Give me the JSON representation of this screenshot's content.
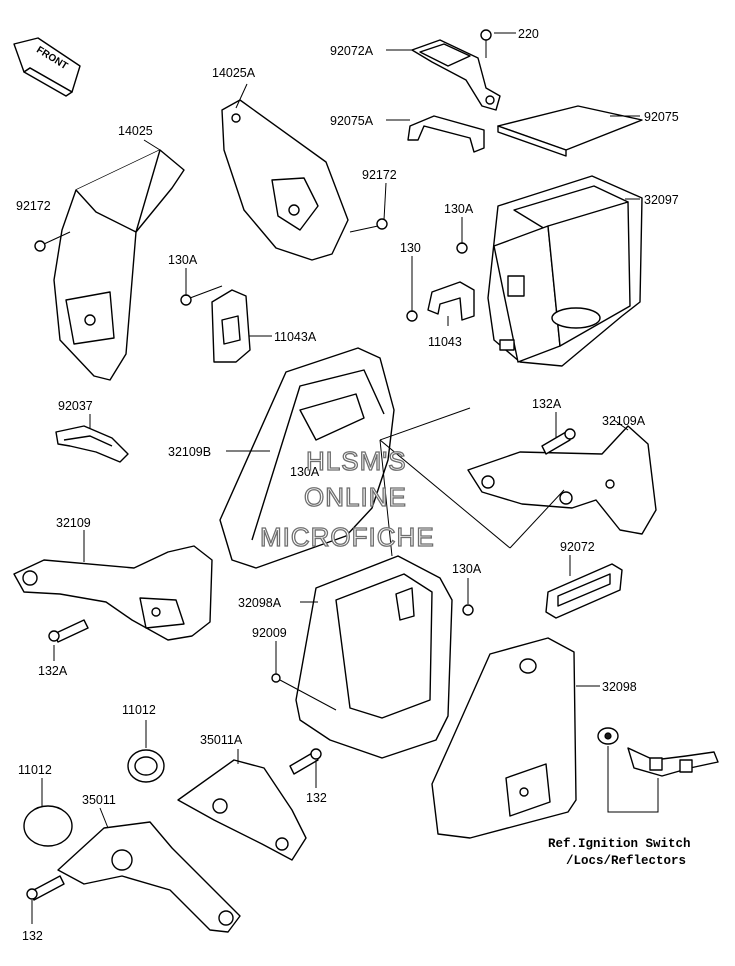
{
  "front_arrow": {
    "label": "FRONT"
  },
  "labels": {
    "l220": "220",
    "l92072A": "92072A",
    "l92075A": "92075A",
    "l92075": "92075",
    "l32097": "32097",
    "l14025A": "14025A",
    "l14025": "14025",
    "l92172a": "92172",
    "l92172b": "92172",
    "l130Aa": "130A",
    "l130Ab": "130A",
    "l130Ac": "130A",
    "l130Ad": "130A",
    "l130": "130",
    "l11043A": "11043A",
    "l11043": "11043",
    "l92037": "92037",
    "l32109B": "32109B",
    "l132Aa": "132A",
    "l132Ab": "132A",
    "l32109A": "32109A",
    "l32109": "32109",
    "l92072": "92072",
    "l32098A": "32098A",
    "l92009": "92009",
    "l32098": "32098",
    "l11012a": "11012",
    "l11012b": "11012",
    "l35011A": "35011A",
    "l35011": "35011",
    "l132a": "132",
    "l132b": "132"
  },
  "reference_note": {
    "line1": "Ref.Ignition Switch",
    "line2": "/Locs/Reflectors"
  },
  "watermark": {
    "line1": "HLSM'S",
    "line2": "ONLINE",
    "line3": "MICROFICHE"
  }
}
